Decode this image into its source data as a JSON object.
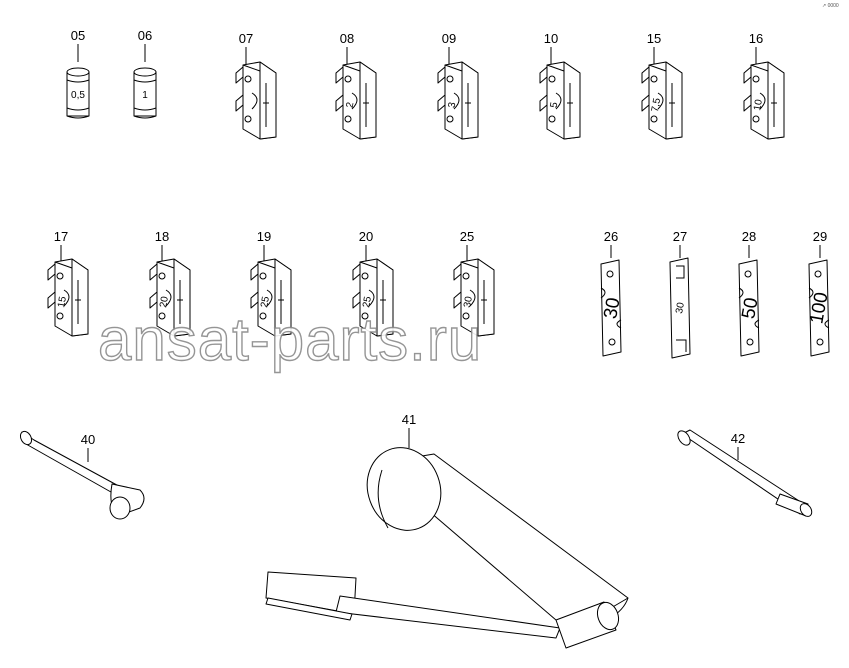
{
  "corner_mark": "↗ 0000",
  "watermark": "ansat-parts.ru",
  "parts": [
    {
      "id": "p05",
      "label": "05",
      "value": "0,5"
    },
    {
      "id": "p06",
      "label": "06",
      "value": "1"
    },
    {
      "id": "p07",
      "label": "07",
      "value": ""
    },
    {
      "id": "p08",
      "label": "08",
      "value": "2"
    },
    {
      "id": "p09",
      "label": "09",
      "value": "3"
    },
    {
      "id": "p10",
      "label": "10",
      "value": "5"
    },
    {
      "id": "p15",
      "label": "15",
      "value": "7,5"
    },
    {
      "id": "p16",
      "label": "16",
      "value": "10"
    },
    {
      "id": "p17",
      "label": "17",
      "value": "15"
    },
    {
      "id": "p18",
      "label": "18",
      "value": "20"
    },
    {
      "id": "p19",
      "label": "19",
      "value": "25"
    },
    {
      "id": "p20",
      "label": "20",
      "value": "25"
    },
    {
      "id": "p25",
      "label": "25",
      "value": "30"
    },
    {
      "id": "p26",
      "label": "26",
      "value": "30"
    },
    {
      "id": "p27",
      "label": "27",
      "value": "30"
    },
    {
      "id": "p28",
      "label": "28",
      "value": "50"
    },
    {
      "id": "p29",
      "label": "29",
      "value": "100"
    },
    {
      "id": "p40",
      "label": "40",
      "value": ""
    },
    {
      "id": "p41",
      "label": "41",
      "value": ""
    },
    {
      "id": "p42",
      "label": "42",
      "value": ""
    }
  ]
}
